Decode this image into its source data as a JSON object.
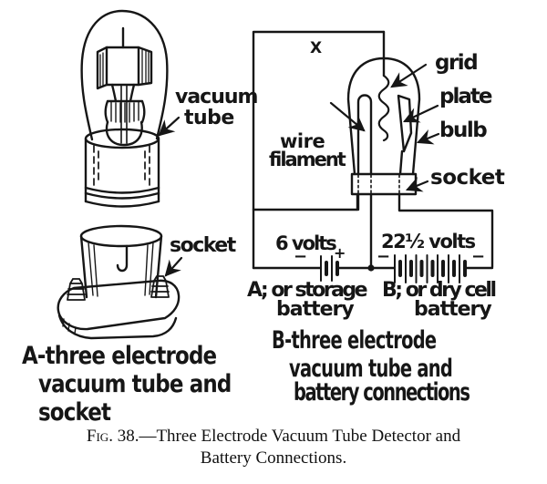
{
  "panel_a": {
    "tube_label": [
      "vacuum",
      "tube"
    ],
    "socket_label": "socket",
    "caption": [
      "A-three electrode",
      "vacuum tube and",
      "socket"
    ]
  },
  "panel_b": {
    "x_marker": "X",
    "grid_label": "grid",
    "plate_label": "plate",
    "bulb_label": "bulb",
    "socket_label": "socket",
    "filament_label": [
      "wire",
      "filament"
    ],
    "battery_a": {
      "voltage": "6 volts",
      "minus": "−",
      "plus": "+",
      "name": [
        "A; or storage",
        "battery"
      ]
    },
    "battery_b": {
      "voltage": "22½ volts",
      "minus_left": "−",
      "minus_right": "−",
      "name": [
        "B; or dry cell",
        "battery"
      ]
    },
    "caption": [
      "B-three electrode",
      "vacuum tube and",
      "battery connections"
    ]
  },
  "fig_caption": {
    "prefix": "Fig.",
    "line1_rest": " 38.—Three Electrode Vacuum Tube Detector and",
    "line2": "Battery Connections."
  },
  "colors": {
    "ink": "#161616",
    "paper": "#ffffff"
  }
}
